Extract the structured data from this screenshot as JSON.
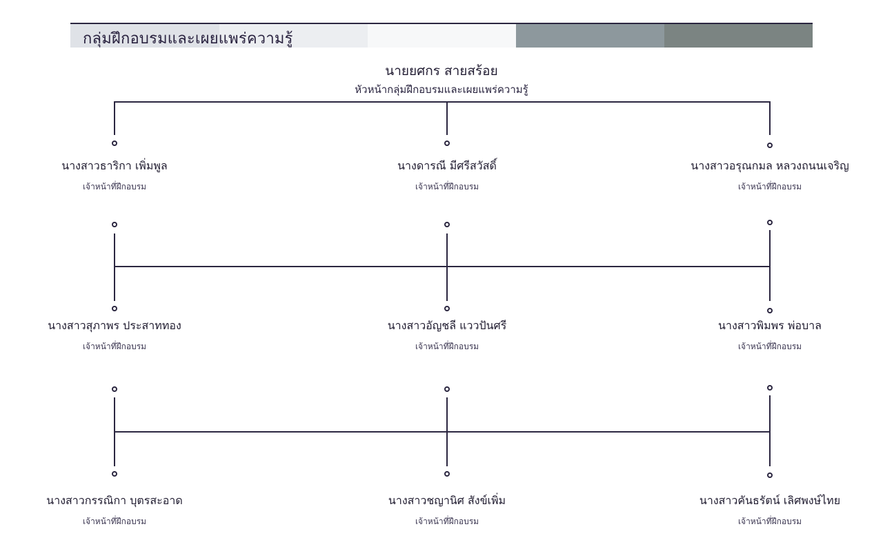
{
  "header": {
    "title": "กลุ่มฝึกอบรมและเผยแพร่ความรู้"
  },
  "head": {
    "name": "นายยศกร สายสร้อย",
    "title": "หัวหน้ากลุ่มฝึกอบรมและเผยแพร่ความรู้"
  },
  "staff_rows": [
    [
      {
        "name": "นางสาวธาริกา เพิ่มพูล",
        "role": "เจ้าหน้าที่ฝึกอบรม"
      },
      {
        "name": "นางดารณี มีศรีสวัสดิ์",
        "role": "เจ้าหน้าที่ฝึกอบรม"
      },
      {
        "name": "นางสาวอรุณกมล หลวงถนนเจริญ",
        "role": "เจ้าหน้าที่ฝึกอบรม"
      }
    ],
    [
      {
        "name": "นางสาวสุภาพร ประสาททอง",
        "role": "เจ้าหน้าที่ฝึกอบรม"
      },
      {
        "name": "นางสาวอัญชลี แววปันศรี",
        "role": "เจ้าหน้าที่ฝึกอบรม"
      },
      {
        "name": "นางสาวพิมพร พ่อบาล",
        "role": "เจ้าหน้าที่ฝึกอบรม"
      }
    ],
    [
      {
        "name": "นางสาวกรรณิกา บุตรสะอาด",
        "role": "เจ้าหน้าที่ฝึกอบรม"
      },
      {
        "name": "นางสาวชญานิศ สังข์เพิ่ม",
        "role": "เจ้าหน้าที่ฝึกอบรม"
      },
      {
        "name": "นางสาวคันธรัตน์ เลิศพงษ์ไทย",
        "role": "เจ้าหน้าที่ฝึกอบรม"
      }
    ]
  ],
  "colors": {
    "line": "#2b2640"
  }
}
